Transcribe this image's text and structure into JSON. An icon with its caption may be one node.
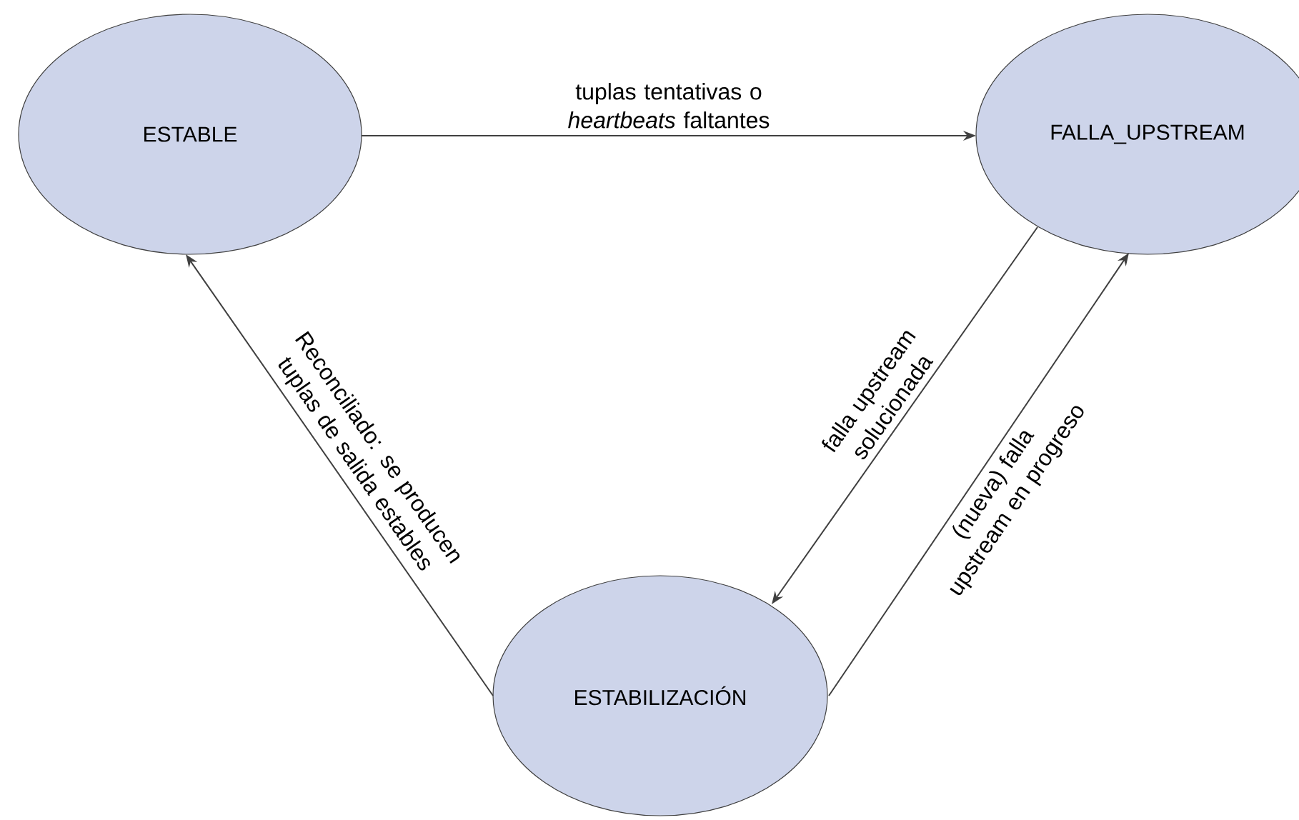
{
  "diagram": {
    "nodes": [
      {
        "text": [
          "ESTABLE"
        ]
      },
      {
        "text": [
          "FALLA_UPSTREAM"
        ]
      },
      {
        "text": [
          "ESTABILIZACIÓN"
        ]
      }
    ],
    "edges": [
      {
        "from": 0,
        "to": 1,
        "arrow": "to",
        "label": "tuplas tentativas o *heartbeats* faltantes"
      },
      {
        "from": 1,
        "to": 2,
        "arrow": "to",
        "label": "falla upstream solucionada"
      },
      {
        "from": 2,
        "to": 1,
        "arrow": "to",
        "label": "(nueva) falla upstream en progreso"
      },
      {
        "from": 2,
        "to": 0,
        "arrow": "to",
        "label": "Reconciliado: se producen tuplas de salida estables"
      }
    ]
  }
}
